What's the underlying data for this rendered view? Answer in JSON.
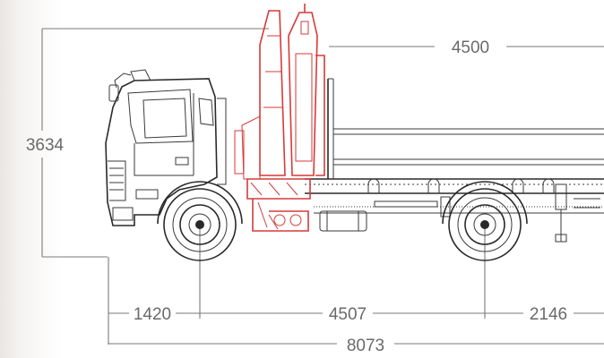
{
  "dimensions": {
    "crane_reach": "4500",
    "overall_height": "3634",
    "front_overhang": "1420",
    "wheelbase": "4507",
    "rear_overhang": "2146",
    "overall_length": "8073"
  },
  "colors": {
    "crane": "#d63a3a",
    "truck_line": "#2a2a2a",
    "dimension": "#6a6a6a"
  }
}
